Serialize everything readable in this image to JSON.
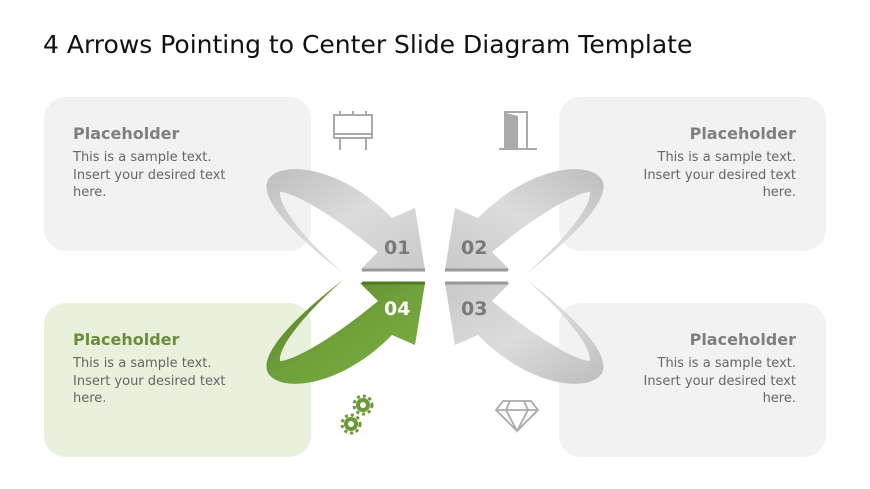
{
  "title": "4 Arrows Pointing to Center Slide Diagram Template",
  "boxes": [
    {
      "heading": "Placeholder",
      "text": "This is a sample text.\nInsert your desired text\nhere."
    },
    {
      "heading": "Placeholder",
      "text": "This is a sample text.\nInsert your desired text\nhere."
    },
    {
      "heading": "Placeholder",
      "text": "This is a sample text.\nInsert your desired text\nhere."
    },
    {
      "heading": "Placeholder",
      "text": "This is a sample text.\nInsert your desired text\nhere."
    }
  ],
  "arrows": [
    {
      "number": "01",
      "icon": "billboard-icon"
    },
    {
      "number": "02",
      "icon": "door-icon"
    },
    {
      "number": "03",
      "icon": "diamond-icon"
    },
    {
      "number": "04",
      "icon": "gears-icon"
    }
  ],
  "colors": {
    "accent": "#6a9a35",
    "gray_arrow": "#cfcfcf",
    "box_gray": "#f2f2f2",
    "box_green": "#e9f0dc"
  }
}
